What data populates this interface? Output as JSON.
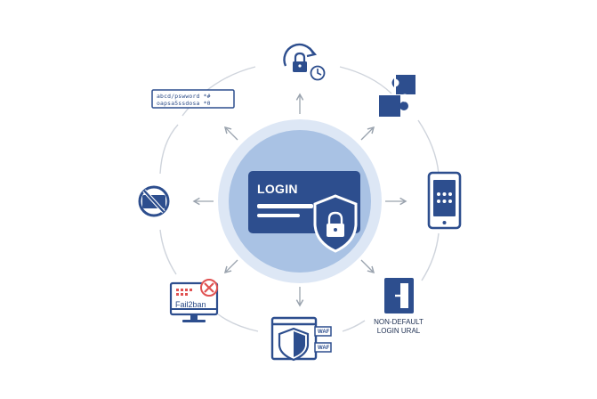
{
  "center": {
    "login_label": "LOGIN"
  },
  "items": {
    "password": {
      "line1": "abcd/pswword *#",
      "line2": "oapsa5ssdosa *0"
    },
    "fail2ban": {
      "label": "Fail2ban"
    },
    "waf": {
      "tag_top": "WAF",
      "tag_bottom": "WAF"
    },
    "non_default_login": {
      "line1": "NON-DEFAULT",
      "line2": "LOGIN URAL"
    }
  },
  "colors": {
    "navy": "#2d4e8e",
    "halo_outer": "#dde7f5",
    "halo_inner": "#a9c2e4",
    "ring": "#cfd4dc",
    "arrow": "#9aa3ae",
    "alert_red": "#e05252"
  },
  "icons": [
    "lock-refresh-clock-icon",
    "puzzle-icon",
    "smartphone-icon",
    "door-arrow-icon",
    "shield-window-icon",
    "monitor-alert-icon",
    "no-bot-icon",
    "password-field-icon",
    "shield-lock-icon"
  ]
}
